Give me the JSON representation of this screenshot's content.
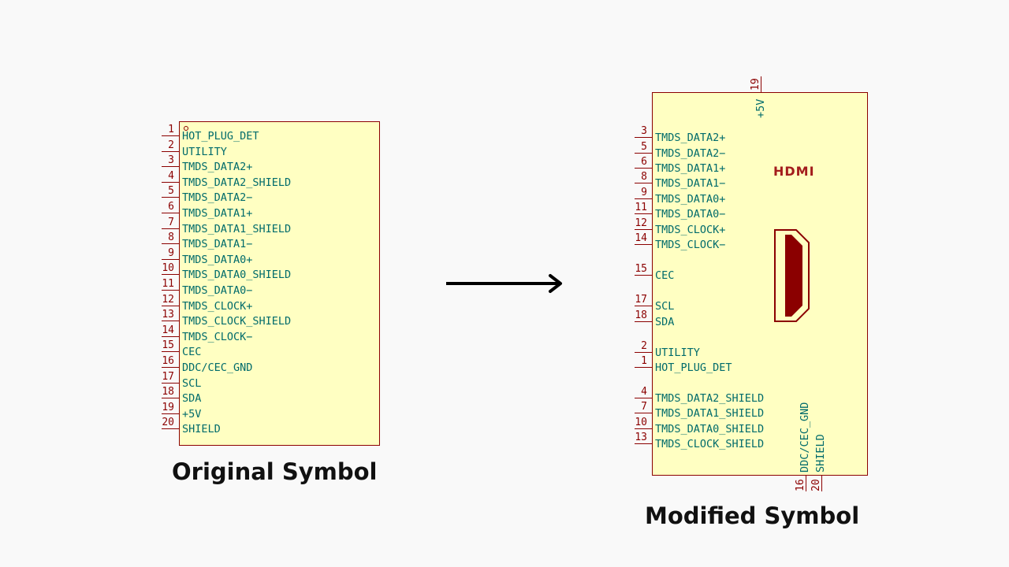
{
  "original": {
    "caption": "Original Symbol",
    "pins": [
      {
        "num": "1",
        "label": "HOT_PLUG_DET"
      },
      {
        "num": "2",
        "label": "UTILITY"
      },
      {
        "num": "3",
        "label": "TMDS_DATA2+"
      },
      {
        "num": "4",
        "label": "TMDS_DATA2_SHIELD"
      },
      {
        "num": "5",
        "label": "TMDS_DATA2−"
      },
      {
        "num": "6",
        "label": "TMDS_DATA1+"
      },
      {
        "num": "7",
        "label": "TMDS_DATA1_SHIELD"
      },
      {
        "num": "8",
        "label": "TMDS_DATA1−"
      },
      {
        "num": "9",
        "label": "TMDS_DATA0+"
      },
      {
        "num": "10",
        "label": "TMDS_DATA0_SHIELD"
      },
      {
        "num": "11",
        "label": "TMDS_DATA0−"
      },
      {
        "num": "12",
        "label": "TMDS_CLOCK+"
      },
      {
        "num": "13",
        "label": "TMDS_CLOCK_SHIELD"
      },
      {
        "num": "14",
        "label": "TMDS_CLOCK−"
      },
      {
        "num": "15",
        "label": "CEC"
      },
      {
        "num": "16",
        "label": "DDC/CEC_GND"
      },
      {
        "num": "17",
        "label": "SCL"
      },
      {
        "num": "18",
        "label": "SDA"
      },
      {
        "num": "19",
        "label": "+5V"
      },
      {
        "num": "20",
        "label": "SHIELD"
      }
    ]
  },
  "modified": {
    "caption": "Modified Symbol",
    "logo_text": "HDMI",
    "top_pins": [
      {
        "num": "19",
        "label": "+5V"
      }
    ],
    "left_pins": [
      {
        "num": "3",
        "label": "TMDS_DATA2+"
      },
      {
        "num": "5",
        "label": "TMDS_DATA2−"
      },
      {
        "num": "6",
        "label": "TMDS_DATA1+"
      },
      {
        "num": "8",
        "label": "TMDS_DATA1−"
      },
      {
        "num": "9",
        "label": "TMDS_DATA0+"
      },
      {
        "num": "11",
        "label": "TMDS_DATA0−"
      },
      {
        "num": "12",
        "label": "TMDS_CLOCK+"
      },
      {
        "num": "14",
        "label": "TMDS_CLOCK−"
      },
      {
        "num": "15",
        "label": "CEC"
      },
      {
        "num": "17",
        "label": "SCL"
      },
      {
        "num": "18",
        "label": "SDA"
      },
      {
        "num": "2",
        "label": "UTILITY"
      },
      {
        "num": "1",
        "label": "HOT_PLUG_DET"
      },
      {
        "num": "4",
        "label": "TMDS_DATA2_SHIELD"
      },
      {
        "num": "7",
        "label": "TMDS_DATA1_SHIELD"
      },
      {
        "num": "10",
        "label": "TMDS_DATA0_SHIELD"
      },
      {
        "num": "13",
        "label": "TMDS_CLOCK_SHIELD"
      }
    ],
    "bottom_pins": [
      {
        "num": "16",
        "label": "DDC/CEC_GND"
      },
      {
        "num": "20",
        "label": "SHIELD"
      }
    ]
  },
  "colors": {
    "body_fill": "#ffffc2",
    "outline": "#8b0000",
    "pin_label": "#006b6b",
    "pin_number": "#8b0000",
    "arrow": "#000000"
  }
}
